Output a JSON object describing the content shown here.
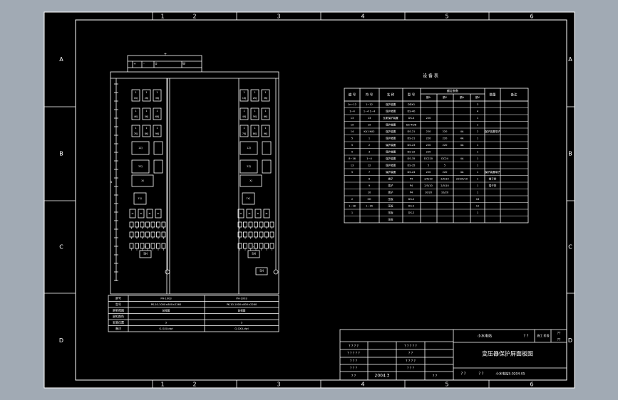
{
  "sheet": {
    "col_numbers": [
      "1",
      "2",
      "3",
      "4",
      "5",
      "6"
    ],
    "row_letters": [
      "A",
      "B",
      "C",
      "D"
    ]
  },
  "equipment_table": {
    "title": "设 备 表",
    "headers": [
      "编 号",
      "符 号",
      "名 称",
      "型 号",
      "",
      "",
      "",
      "数量",
      "备注"
    ],
    "sub_header_group": "额定参数",
    "sub_headers": [
      "额A",
      "额V",
      "额A",
      "额V"
    ],
    "rows": [
      [
        "1n~12",
        "1~12",
        "保护装置",
        "DDX1",
        "",
        "",
        "",
        "3",
        ""
      ],
      [
        "1~4",
        "1~4 1~4",
        "保护装置",
        "DS-40",
        "",
        "",
        "",
        "4",
        ""
      ],
      [
        "13",
        "13",
        "瓦斯保护装置",
        "DS-4",
        "220",
        "",
        "",
        "1",
        ""
      ],
      [
        "15",
        "15",
        "保护装置",
        "DS-40/B",
        "",
        "",
        "",
        "1",
        ""
      ],
      [
        "14",
        "KA1 KA2",
        "保护装置",
        "DS-21",
        "220",
        "220",
        "4A",
        "2",
        "保护装置端子"
      ],
      [
        "5",
        "1",
        "保护装置",
        "DS-21",
        "220",
        "220",
        "4A",
        "1",
        ""
      ],
      [
        "5",
        "2",
        "保护装置",
        "DS-23",
        "220",
        "220",
        "4A",
        "1",
        ""
      ],
      [
        "5",
        "3",
        "保护装置",
        "DS-22",
        "220",
        "",
        "",
        "1",
        ""
      ],
      [
        "8~16",
        "1~4",
        "保护装置",
        "DS-35",
        "DC220",
        "DC24",
        "4A",
        "1",
        ""
      ],
      [
        "13",
        "12",
        "保护装置",
        "DS-35",
        "5",
        "5",
        "",
        "1",
        ""
      ],
      [
        "5",
        "7",
        "保护装置",
        "DS-24",
        "220",
        "220",
        "4A",
        "1",
        "保护装置端子"
      ],
      [
        "",
        "8",
        "端子",
        "P4",
        "2/5/10",
        "2/5/10",
        "220/5/10",
        "1",
        "端子排"
      ],
      [
        "",
        "9",
        "端子",
        "P4",
        "2/5/10",
        "2/5/10",
        "",
        "1",
        "端子排"
      ],
      [
        "",
        "10",
        "端子",
        "P4",
        "10/20",
        "10/20",
        "",
        "1",
        ""
      ],
      [
        "2",
        "SH",
        "压板",
        "DS-2",
        "",
        "",
        "",
        "16",
        ""
      ],
      [
        "1~18",
        "1~16",
        "压板",
        "DS-2",
        "",
        "",
        "",
        "12",
        ""
      ],
      [
        "1",
        "",
        "压板",
        "DS-2",
        "",
        "",
        "",
        "1",
        ""
      ],
      [
        "",
        "",
        "压板",
        "",
        "",
        "",
        "",
        "",
        ""
      ]
    ]
  },
  "panels": [
    {
      "id": "left",
      "top_bus_labels": [
        "+",
        "-",
        "U",
        "W"
      ],
      "relay_rows": [
        [
          "1KJ",
          "2KJ",
          "3KJ"
        ],
        [
          "4KJ",
          "5KJ",
          "6KJ"
        ],
        [
          "7KJ",
          "8KJ",
          "9KJ"
        ]
      ],
      "medium_relays": [
        "1ZJ",
        "2ZJ"
      ],
      "wide_relay": "XJ",
      "small_relay": "1YJ",
      "switches": [
        "1LP",
        "2LP",
        "3LP",
        "4LP"
      ],
      "button": "SH"
    },
    {
      "id": "right",
      "top_bus_labels": [],
      "relay_rows": [
        [
          "1KJ",
          "2KJ",
          "3KJ"
        ],
        [
          "4KJ",
          "5KJ",
          "6KJ"
        ],
        [
          "7KJ",
          "8KJ",
          "9KJ"
        ]
      ],
      "medium_relays": [
        "1ZJ",
        "2ZJ"
      ],
      "wide_relay": "XJ",
      "small_relay": "1YJ",
      "switches": [
        "1LP",
        "2LP",
        "3LP",
        "4LP"
      ],
      "button": "SH"
    }
  ],
  "panel_table": {
    "rows": [
      {
        "label": "屏号",
        "left": "PH-1003",
        "right": "PH-1003"
      },
      {
        "label": "型号",
        "left": "PK-10-1000×800×2260",
        "right": "PK-10-1000×800×2260"
      },
      {
        "label": "屏前视图",
        "left": "前视图",
        "right": "前视图"
      },
      {
        "label": "屏柜颜色",
        "left": "",
        "right": ""
      },
      {
        "label": "安装位置",
        "left": "5",
        "right": "5"
      },
      {
        "label": "备注",
        "left": "G-GXX-dwl",
        "right": "G-GXX-dwl"
      }
    ]
  },
  "title_block": {
    "company": "小水电站",
    "qmarks_top": "? ?",
    "stage_label": "施工 阶段",
    "stage_value": "??\n??",
    "drawing_title": "变压器保护屏面板图",
    "drawing_number": "小水电站S-0204-05",
    "date": "2004.3",
    "q_short": "? ?",
    "q_four": "? ? ? ?",
    "q_five": "? ? ? ? ?",
    "q_three": "? ? ?",
    "q_two": "? ?"
  }
}
